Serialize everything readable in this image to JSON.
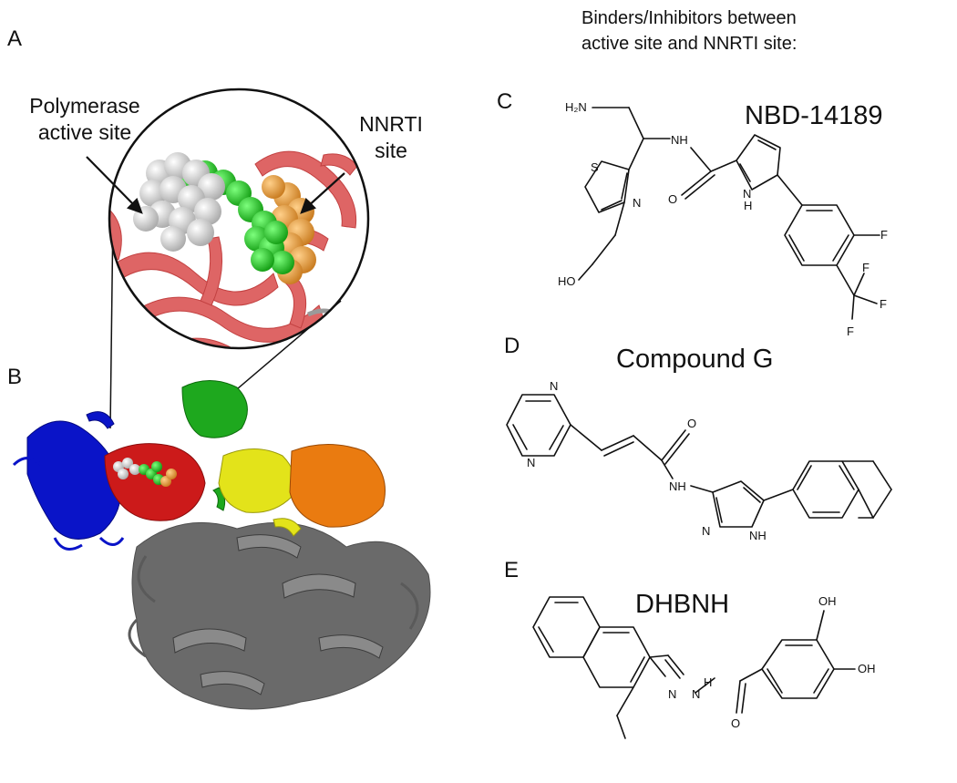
{
  "panels": {
    "a": "A",
    "b": "B",
    "c": "C",
    "d": "D",
    "e": "E"
  },
  "header": {
    "line1": "Binders/Inhibitors between",
    "line2": "active site and NNRTI site:"
  },
  "callouts": {
    "active_line1": "Polymerase",
    "active_line2": "active site",
    "nnrti_line1": "NNRTI",
    "nnrti_line2": "site"
  },
  "compounds": {
    "c_name": "NBD-14189",
    "d_name": "Compound G",
    "e_name": "DHBNH"
  },
  "atom_labels": {
    "h2n": "H₂N",
    "nh": "NH",
    "s": "S",
    "n": "N",
    "o": "O",
    "h": "H",
    "f": "F",
    "ho": "HO",
    "oh": "OH"
  },
  "colors": {
    "blue_domain": "#0a14c8",
    "red_domain": "#cc1a1a",
    "green_domain": "#1ea81e",
    "yellow_domain": "#e3e31a",
    "orange_domain": "#ea7b10",
    "gray_domain": "#5a5a5a",
    "white_ligand": "#e6e6e6",
    "green_ligand": "#2fd62f",
    "orange_ligand": "#f0a84a"
  }
}
